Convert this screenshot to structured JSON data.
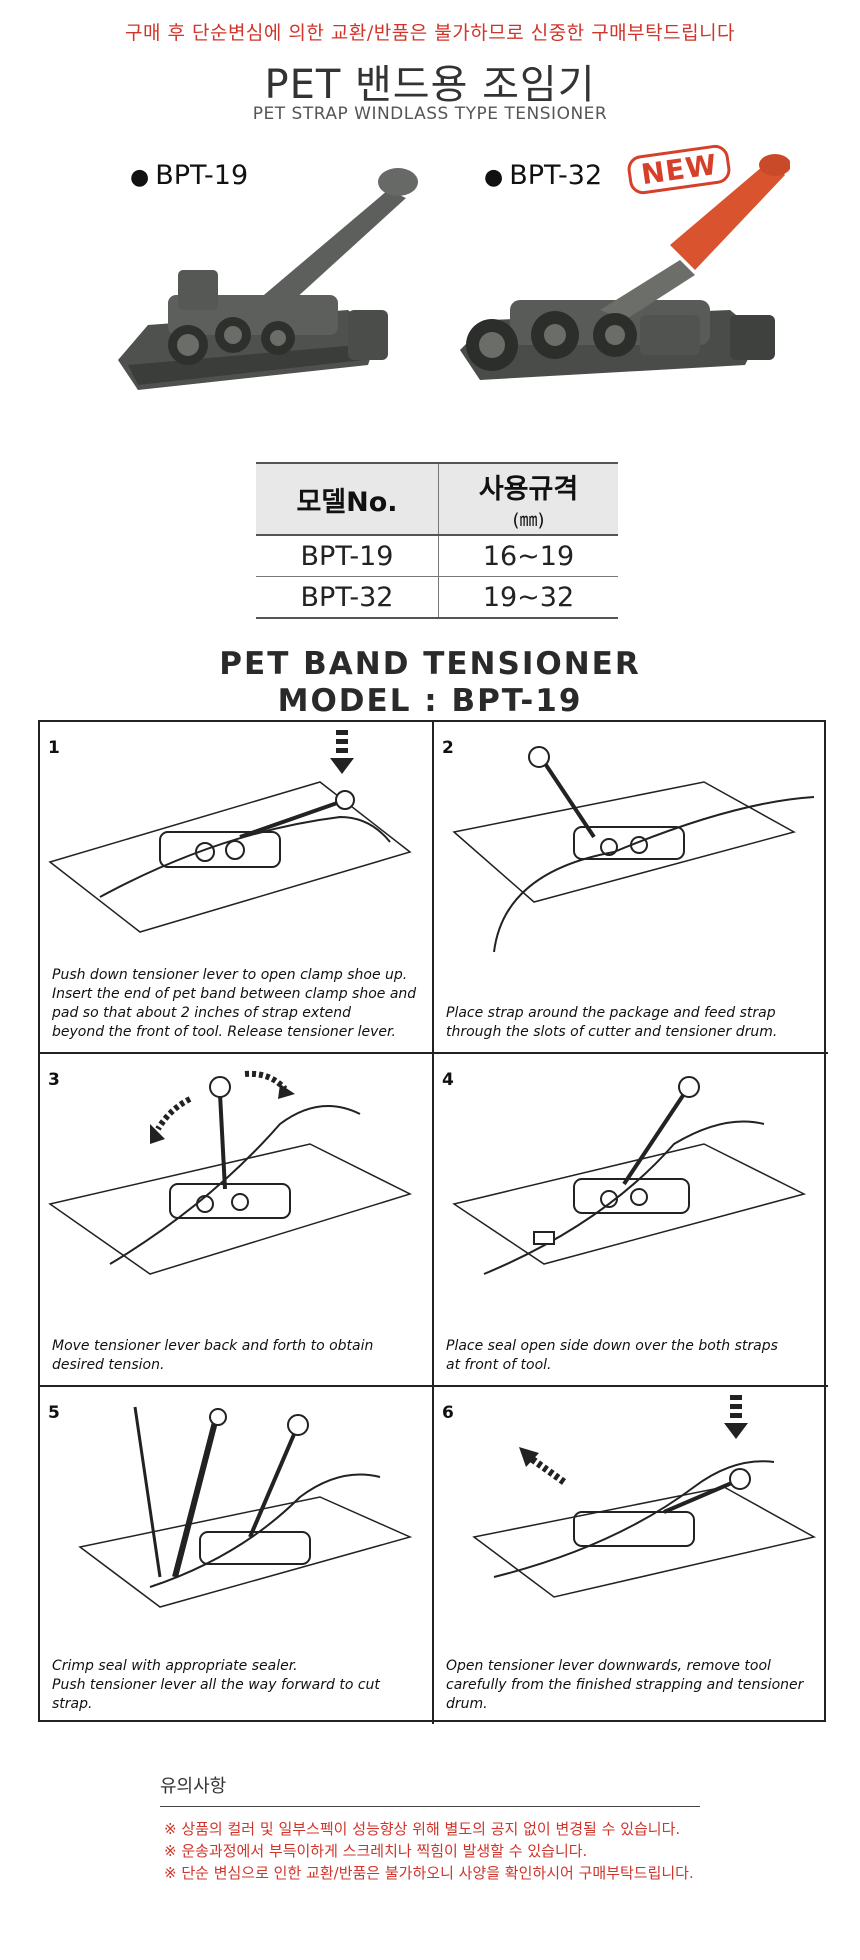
{
  "header": {
    "notice": "구매 후 단순변심에 의한 교환/반품은 불가하므로 신중한 구매부탁드립니다",
    "title": "PET 밴드용 조임기",
    "subtitle": "PET STRAP WINDLASS TYPE TENSIONER"
  },
  "products": [
    {
      "model": "BPT-19",
      "badge": ""
    },
    {
      "model": "BPT-32",
      "badge": "NEW"
    }
  ],
  "colors": {
    "notice_red": "#d1342b",
    "handle_orange": "#d9532e",
    "tool_gray": "#5c5f5b"
  },
  "spec_table": {
    "col_model": "모델No.",
    "col_spec": "사용규격",
    "col_unit": "(㎜)",
    "rows": [
      {
        "model": "BPT-19",
        "spec": "16~19"
      },
      {
        "model": "BPT-32",
        "spec": "19~32"
      }
    ]
  },
  "instructions": {
    "title": "PET BAND TENSIONER",
    "model_line": "MODEL : BPT-19",
    "steps": [
      {
        "num": "1",
        "text": "Push down tensioner lever to open clamp shoe up.\nInsert the end of pet band between clamp shoe and\npad so that about 2 inches of strap extend\nbeyond the front of tool. Release tensioner lever."
      },
      {
        "num": "2",
        "text": "Place strap around the package and feed strap\nthrough the slots of cutter and tensioner drum."
      },
      {
        "num": "3",
        "text": "Move tensioner lever back and forth to obtain\ndesired tension."
      },
      {
        "num": "4",
        "text": "Place seal open side down over the both straps\nat front of tool."
      },
      {
        "num": "5",
        "text": "Crimp seal with appropriate sealer.\nPush tensioner lever all the way forward to cut strap."
      },
      {
        "num": "6",
        "text": "Open tensioner lever downwards, remove tool\ncarefully from the finished strapping and tensioner\ndrum."
      }
    ]
  },
  "caution": {
    "title": "유의사항",
    "items": [
      "※ 상품의 컬러 및 일부스펙이 성능향상 위해 별도의 공지 없이 변경될 수 있습니다.",
      "※ 운송과정에서 부득이하게 스크레치나 찍힘이 발생할 수 있습니다.",
      "※ 단순 변심으로 인한 교환/반품은 불가하오니 사양을 확인하시어 구매부탁드립니다."
    ]
  }
}
